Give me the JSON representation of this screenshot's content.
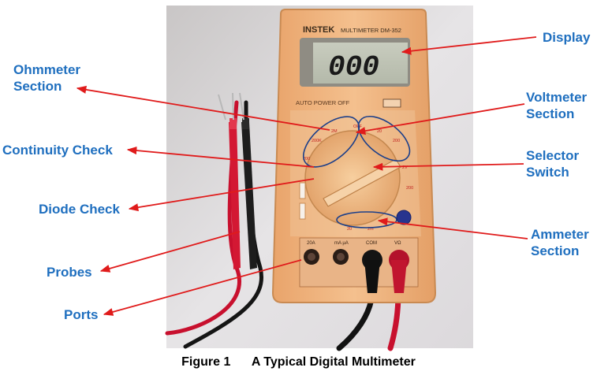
{
  "meter": {
    "brand": "INSTEK",
    "model": "MULTIMETER DM-352",
    "display_value": "000",
    "auto_power_off": "AUTO POWER OFF",
    "port_labels": [
      "20A",
      "mA μA",
      "COM",
      "VΩ"
    ]
  },
  "labels": {
    "display": "Display",
    "ohmmeter": [
      "Ohmmeter",
      "Section"
    ],
    "voltmeter": [
      "Voltmeter",
      "Section"
    ],
    "continuity": "Continuity Check",
    "selector": [
      "Selector",
      "Switch"
    ],
    "diode": "Diode Check",
    "ammeter": [
      "Ammeter",
      "Section"
    ],
    "probes": "Probes",
    "ports": "Ports"
  },
  "caption": {
    "number": "Figure 1",
    "title": "A Typical Digital Multimeter"
  },
  "colors": {
    "label": "#1f6fbf",
    "arrow": "#e01b1b",
    "body": "#f0b47c",
    "ellipse": "#1c3f8a"
  }
}
